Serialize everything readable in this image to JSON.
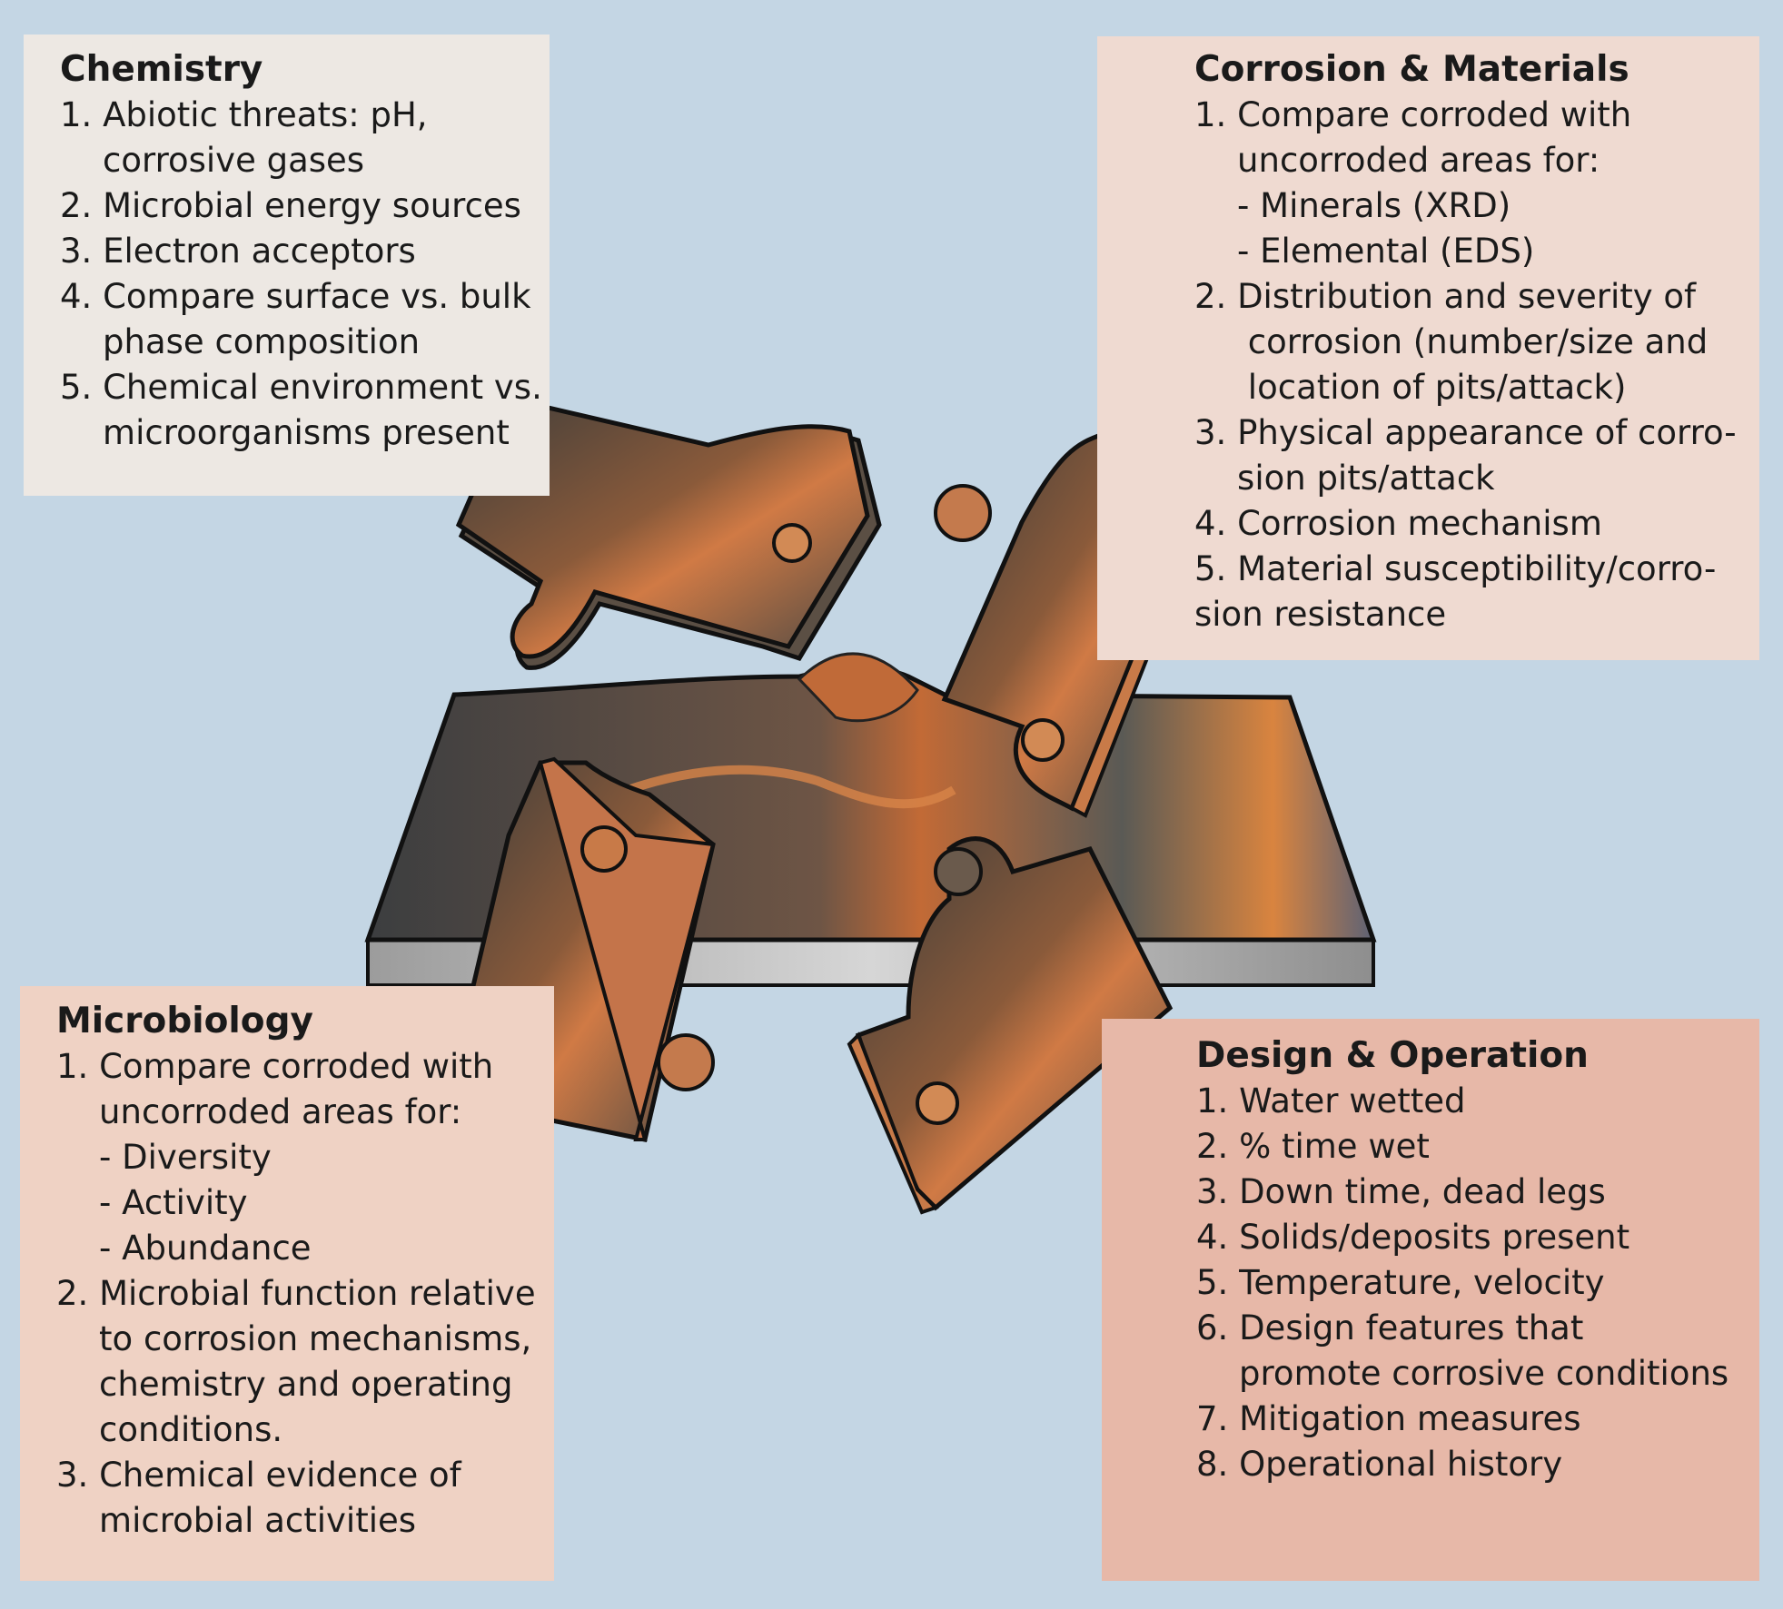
{
  "chemistry": {
    "title": "Chemistry",
    "lines": [
      "1. Abiotic threats: pH,",
      "    corrosive gases",
      "2. Microbial energy sources",
      "3. Electron acceptors",
      "4. Compare surface vs. bulk",
      "    phase composition",
      "5. Chemical environment vs.",
      "    microorganisms present"
    ]
  },
  "corrosion": {
    "title": "Corrosion & Materials",
    "lines": [
      "1. Compare corroded with",
      "    uncorroded areas for:",
      "    - Minerals (XRD)",
      "    - Elemental (EDS)",
      "2. Distribution and severity of",
      "     corrosion (number/size and",
      "     location of pits/attack)",
      "3. Physical appearance of corro-",
      "    sion pits/attack",
      "4. Corrosion mechanism",
      "5. Material susceptibility/corro-",
      "sion resistance"
    ]
  },
  "microbiology": {
    "title": "Microbiology",
    "lines": [
      "1. Compare corroded with",
      "    uncorroded areas for:",
      "    - Diversity",
      "    - Activity",
      "    - Abundance",
      "2. Microbial function relative",
      "    to corrosion mechanisms,",
      "    chemistry and operating",
      "    conditions.",
      "3. Chemical evidence of",
      "    microbial activities"
    ]
  },
  "design": {
    "title": "Design & Operation",
    "lines": [
      "1. Water wetted",
      "2. % time wet",
      "3. Down time, dead legs",
      "4. Solids/deposits present",
      "5. Temperature, velocity",
      "6. Design features that",
      "    promote corrosive conditions",
      "7. Mitigation measures",
      "8. Operational history"
    ]
  },
  "colors": {
    "background": "#c4d6e4",
    "chemistry_panel": "#ede8e3",
    "corrosion_panel": "#efdad1",
    "microbiology_panel": "#efd2c4",
    "design_panel": "#e7b8a8",
    "rust": "#c9703d",
    "steel": "#4a4a46"
  }
}
